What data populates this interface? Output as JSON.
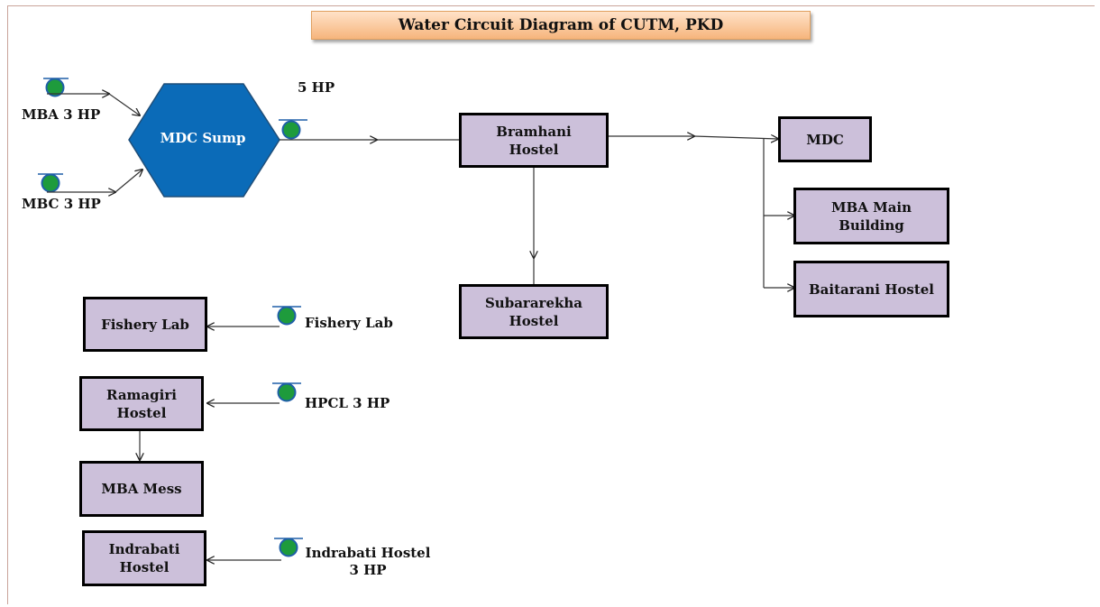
{
  "title": "Water Circuit Diagram of CUTM, PKD",
  "sump": {
    "label": "MDC Sump",
    "fill": "#0b6bb8"
  },
  "pump_labels": {
    "mba": "MBA 3 HP",
    "mbc": "MBC 3 HP",
    "main": "5 HP",
    "fishery": "Fishery Lab",
    "hpcl": "HPCL 3 HP",
    "indrabati": "Indrabati Hostel\n3 HP"
  },
  "nodes": {
    "bramhani": "Bramhani\nHostel",
    "subararekha": "Subararekha\nHostel",
    "mdc": "MDC",
    "mba_main": "MBA Main\nBuilding",
    "baitarani": "Baitarani Hostel",
    "fishery_lab": "Fishery Lab",
    "ramagiri": "Ramagiri\nHostel",
    "mba_mess": "MBA Mess",
    "indrabati": "Indrabati\nHostel"
  },
  "colors": {
    "node_fill": "#ccc0da",
    "pump_fill": "#1e9b3c",
    "pump_outline": "#1f5fa8",
    "title_fill": "#f6b57c"
  }
}
